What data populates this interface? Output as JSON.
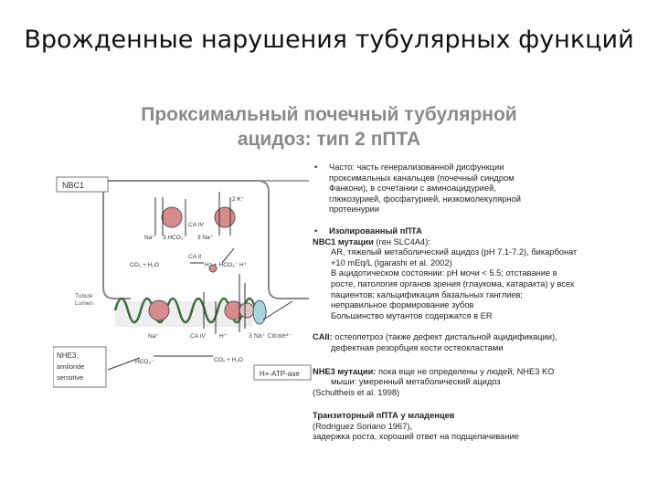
{
  "slide": {
    "title": "Врожденные нарушения тубулярных функций",
    "subtitle_line1": "Проксимальный почечный тубулярной",
    "subtitle_line2": "ацидоз: тип 2 пПТА"
  },
  "diagram": {
    "nbc1_box": "NBC1",
    "k2": "2 K⁺",
    "ca_iv_top": "CA IV",
    "na_top": "Na⁺",
    "hco3_3_top": "3 HCO₃⁻",
    "na3_top": "3 Na⁺",
    "ca_ii": "CA II",
    "co2_h2o": "CO₂ + H₂O",
    "h_hco3": "H⁺ + HCO₃⁻",
    "h_top": "H⁺",
    "tubule": "Tubule",
    "lumen": "Lumen",
    "na_bottom": "Na⁺",
    "ca_iv_bottom": "CA IV",
    "h_bottom": "H⁺",
    "na3_citrate": "3 Na⁺  Citrate³⁻",
    "nhe3_box": "NHE3,",
    "amiloride": "amiloride",
    "sensitive": "sensitive",
    "hco3_bottom": "HCO₃⁻",
    "co2_h2o_bottom": "CO₂ + H₂O",
    "atpase_box": "H+-ATP-ase"
  },
  "text": {
    "b1_line1": "Часто: часть генерализованной дисфункции",
    "b1_line2": "проксимальных канальцев (почечный синдром",
    "b1_line3": "Фанкони), в сочетании с аминоацидурией,",
    "b1_line4": "глюкозурией, фосфатурией, низкомолекулярной",
    "b1_line5": "протеинурии",
    "b2": "Изолированный пПТА",
    "nbc1_head": "NBC1 мутации",
    "nbc1_gene": "(ген SLC4A4):",
    "ar_line1": "AR, тяжелый метаболический ацидоз (pH 7.1-7.2), бикарбонат",
    "ar_line2": "+10 mEq/L (Igarashi et al. 2002)",
    "acid_line1": "В ацидотическом состоянии: pH мочи < 5.5; отставание в",
    "acid_line2": "росте, патология органов зрения (глаукома, катаракта) у всех",
    "acid_line3": "пациентов; кальцификация базальных ганглиев;",
    "acid_line4": "неправильное формирование зубов",
    "er_line": "Большинство мутантов содержатся в ER",
    "caii_head": "CAII:",
    "caii_line1": "остеопетроз (также дефект дистальной ацидификации),",
    "caii_line2": "дефектная резорбция кости остеокластами",
    "nhe3_head": "NHE3 мутации:",
    "nhe3_line1": "пока еще не определены у людей; NHE3 KO",
    "nhe3_line2": "мыши: умеренный метаболический ацидоз",
    "nhe3_line3": "(Schultheis et al. 1998)",
    "trans_head": "Транзиторный пПТА у младенцев",
    "trans_line1": "(Rodriguez Soriano 1967),",
    "trans_line2": "задержка роста, хороший ответ на подщелачивание"
  }
}
